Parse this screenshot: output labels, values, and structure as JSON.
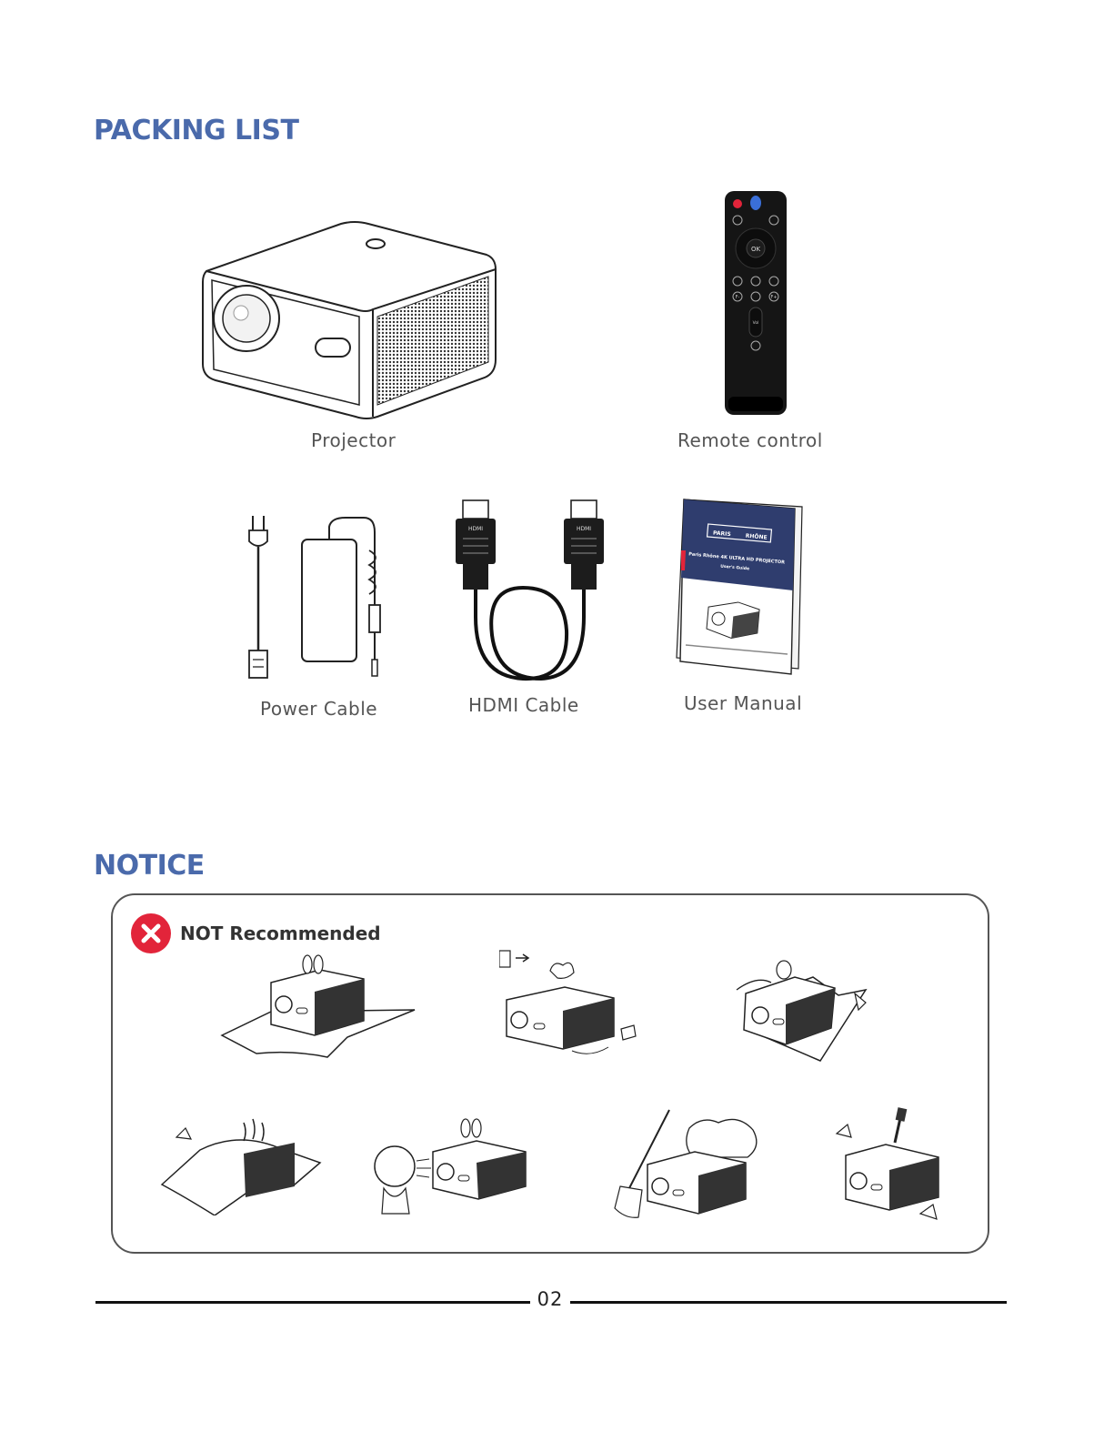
{
  "packing": {
    "heading": "PACKING LIST",
    "items": {
      "projector": "Projector",
      "remote": "Remote control",
      "power": "Power Cable",
      "hdmi": "HDMI Cable",
      "manual": "User Manual"
    },
    "remote_keys": {
      "ok": "OK",
      "vol": "Vol",
      "f_minus": "F-",
      "f_plus": "F+"
    },
    "hdmi_plug_label": "HDMI",
    "manual_cover": {
      "brand_left": "PARIS",
      "brand_right": "RHÔNE",
      "title": "Paris Rhône 4K ULTRA HD PROJECTOR",
      "subtitle": "User's Guide"
    }
  },
  "notice": {
    "heading": "NOTICE",
    "warning_label": "NOT Recommended"
  },
  "footer": {
    "page_number": "02"
  },
  "colors": {
    "accent": "#4a6aab",
    "warning": "#e2243a"
  }
}
